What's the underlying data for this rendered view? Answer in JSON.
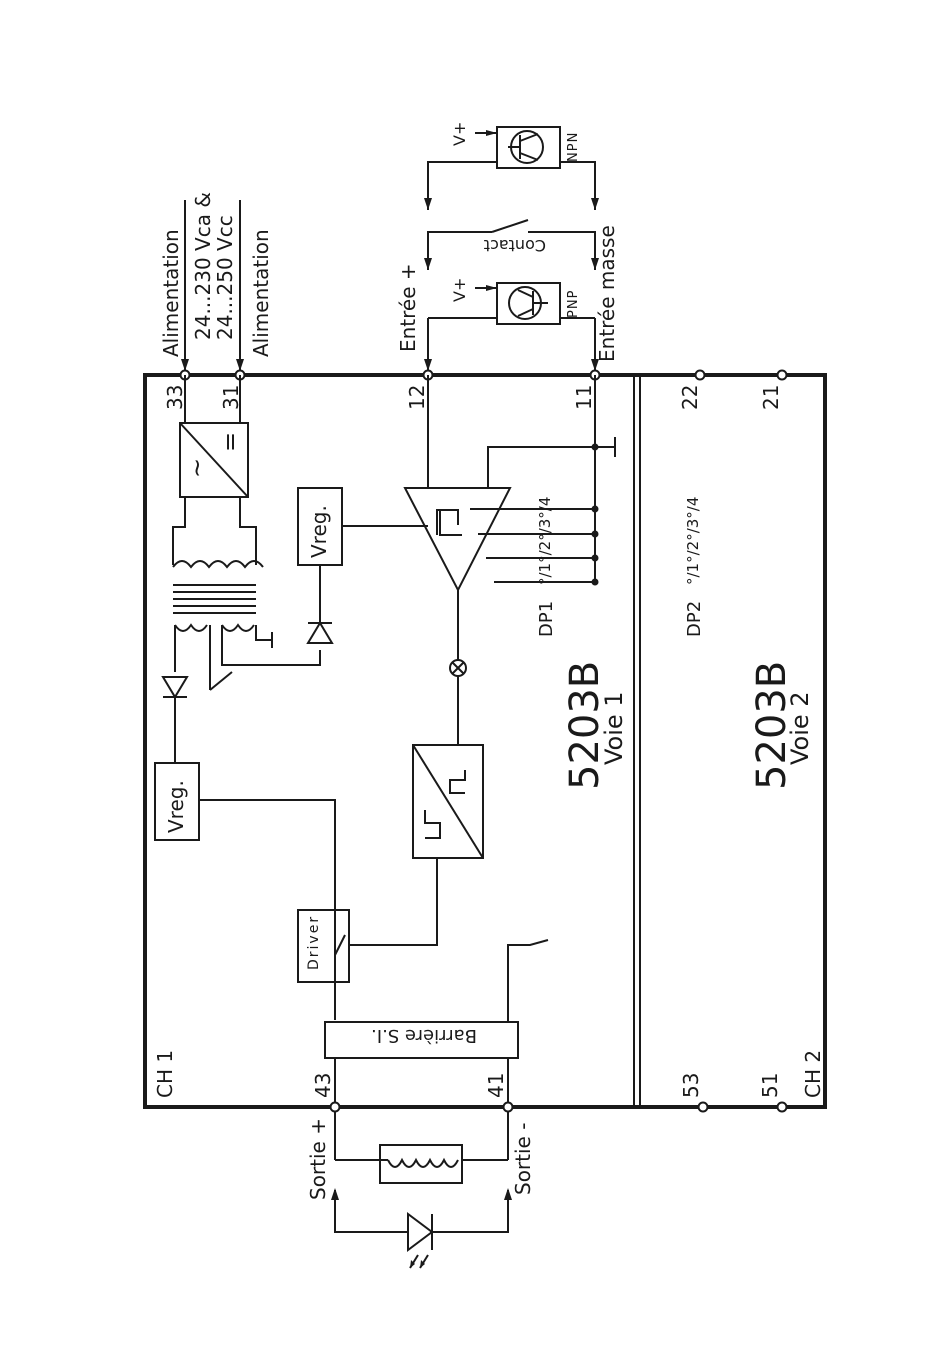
{
  "labels": {
    "alimentation_top": "Alimentation",
    "alimentation_bottom": "Alimentation",
    "supply_line1": "24...230 Vca &",
    "supply_line2": "24...250 Vcc",
    "entree_plus": "Entrée +",
    "entree_masse": "Entrée masse",
    "contact": "Contact",
    "vplus_npn": "V+",
    "vplus_pnp": "V+",
    "npn": "NPN",
    "pnp": "PNP",
    "vreg_top": "Vreg.",
    "vreg_bottom": "Vreg.",
    "driver": "Driver",
    "barriere": "Barrière S.I.",
    "sortie_plus": "Sortie +",
    "sortie_minus": "Sortie -",
    "ch1": "CH 1",
    "ch2": "CH 2",
    "dp1": "DP1",
    "dp2": "DP2",
    "dp1_switches": "°/1°/2°/3°/4",
    "dp2_switches": "°/1°/2°/3°/4",
    "model1": "5203B",
    "voie1": "Voie 1",
    "model2": "5203B",
    "voie2": "Voie 2"
  },
  "terminals": {
    "t33": "33",
    "t31": "31",
    "t12": "12",
    "t11": "11",
    "t22": "22",
    "t21": "21",
    "t43": "43",
    "t41": "41",
    "t53": "53",
    "t51": "51"
  },
  "symbols": {
    "ac": "~",
    "dc": "="
  }
}
